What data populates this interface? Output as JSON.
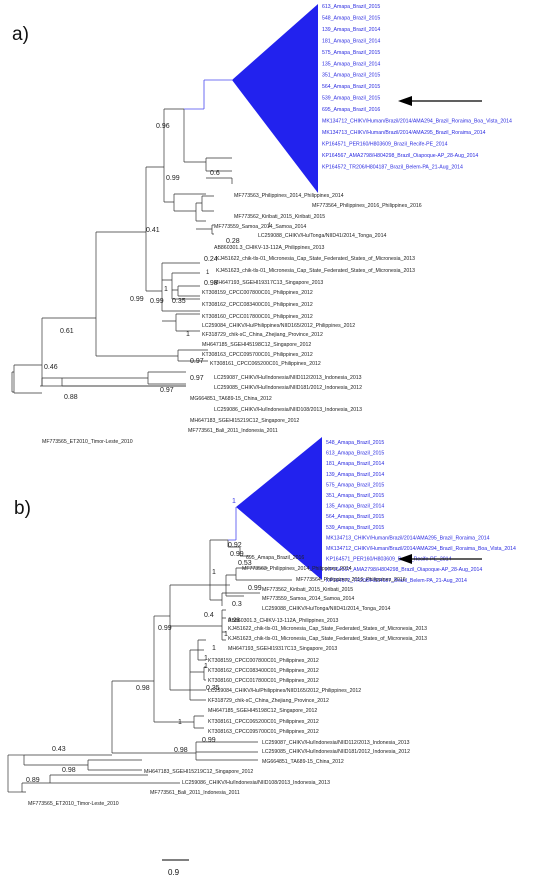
{
  "figure": {
    "panels": [
      {
        "label": "a)",
        "collapsed_clade_support": "",
        "clade_leaves": [
          "613_Amapa_Brazil_2015",
          "548_Amapa_Brazil_2015",
          "139_Amapa_Brazil_2014",
          "181_Amapa_Brazil_2014",
          "575_Amapa_Brazil_2015",
          "135_Amapa_Brazil_2014",
          "351_Amapa_Brazil_2015",
          "564_Amapa_Brazil_2015",
          "539_Amapa_Brazil_2015",
          "695_Amapa_Brazil_2016",
          "MK134712_CHIKV/Human/Brazil/2014/AMA294_Brazil_Roraima_Boa_Vista_2014",
          "MK134713_CHIKV/Human/Brazil/2014/AMA295_Brazil_Roraima_2014",
          "KP164571_PER160/H803609_Brazil_Recife-PE_2014",
          "KP164567_AMA2798/H804298_Brazil_Oiapoque-AP_28-Aug_2014",
          "KP164572_TR206/H804187_Brazil_Belem-PA_21-Aug_2014"
        ],
        "leaves": [
          "MF773563_Philippines_2014_Philippines_2014",
          "MF773564_Philippines_2016_Philippines_2016",
          "MF773562_Kiribati_2015_Kiribati_2015",
          "MF773559_Samoa_2014_Samoa_2014",
          "LC259088_CHIKV/Hu/Tonga/NIID41/2014_Tonga_2014",
          "AB860301.3_CHIKV-13-112A_Philippines_2013",
          "KJ451622_chik-tls-01_Micronesia_Cap_State_Federated_States_of_Micronesia_2013",
          "KJ451623_chik-tls-01_Micronesia_Cap_State_Federated_States_of_Micronesia_2013",
          "MH647193_SGEHI19317C13_Singapore_2013",
          "KT308159_CPCC007800C01_Philippines_2012",
          "KT308162_CPCC083400C01_Philippines_2012",
          "KT308160_CPCC017800C01_Philippines_2012",
          "LC259084_CHIKV/Hu/Philippines/NIID165/2012_Philippines_2012",
          "KF318729_chik-sC_China_Zhejiang_Province_2012",
          "MH647185_SGEHI45198C12_Singapore_2012",
          "KT308163_CPCC095700C01_Philippines_2012",
          "KT308161_CPCC065200C01_Philippines_2012",
          "LC259087_CHIKV/Hu/Indonesia/NIID112/2013_Indonesia_2013",
          "LC259085_CHIKV/Hu/Indonesia/NIID181/2012_Indonesia_2012",
          "MG664851_TA689-15_China_2012",
          "LC259086_CHIKV/Hu/Indonesia/NIID108/2013_Indonesia_2013",
          "MH647183_SGEHI15219C12_Singapore_2012",
          "MF773561_Bali_2011_Indonesia_2011",
          "MF773565_ET2010_Timor-Leste_2010"
        ],
        "supports": [
          "0.96",
          "0.99",
          "0.6",
          "1",
          "0.28",
          "0.41",
          "0.24",
          "1",
          "0.98",
          "0.99",
          "1",
          "0.35",
          "0.99",
          "1",
          "0.61",
          "0.46",
          "0.97",
          "0.97",
          "0.97",
          "0.88"
        ]
      },
      {
        "label": "b)",
        "collapsed_clade_support": "1",
        "clade_leaves": [
          "548_Amapa_Brazil_2015",
          "613_Amapa_Brazil_2015",
          "181_Amapa_Brazil_2014",
          "139_Amapa_Brazil_2014",
          "575_Amapa_Brazil_2015",
          "351_Amapa_Brazil_2015",
          "135_Amapa_Brazil_2014",
          "564_Amapa_Brazil_2015",
          "539_Amapa_Brazil_2015",
          "MK134713_CHIKV/Human/Brazil/2014/AMA295_Brazil_Roraima_2014",
          "MK134712_CHIKV/Human/Brazil/2014/AMA294_Brazil_Roraima_Boa_Vista_2014",
          "KP164571_PER160/H803609_Brazil_Recife-PE_2014",
          "KP164567_AMA2798/H804298_Brazil_Oiapoque-AP_28-Aug_2014",
          "KP164572_TR206/H804187_Brazil_Belem-PA_21-Aug_2014"
        ],
        "leaves": [
          "695_Amapa_Brazil_2016",
          "MF773563_Philippines_2014_Philippines_2014",
          "MF773564_Philippines_2016_Philippines_2016",
          "MF773562_Kiribati_2015_Kiribati_2015",
          "MF773559_Samoa_2014_Samoa_2014",
          "LC259088_CHIKV/Hu/Tonga/NIID41/2014_Tonga_2014",
          "AB860301.3_CHIKV-13-112A_Philippines_2013",
          "KJ451622_chik-tls-01_Micronesia_Cap_State_Federated_States_of_Micronesia_2013",
          "KJ451623_chik-tls-01_Micronesia_Cap_State_Federated_States_of_Micronesia_2013",
          "MH647193_SGEHI19317C13_Singapore_2013",
          "KT308159_CPCC007800C01_Philippines_2012",
          "KT308162_CPCC083400C01_Philippines_2012",
          "KT308160_CPCC017800C01_Philippines_2012",
          "LC259084_CHIKV/Hu/Philippines/NIID165/2012_Philippines_2012",
          "KF318729_chik-sC_China_Zhejiang_Province_2012",
          "MH647185_SGEHI45198C12_Singapore_2012",
          "KT308161_CPCC065200C01_Philippines_2012",
          "KT308163_CPCC095700C01_Philippines_2012",
          "LC259087_CHIKV/Hu/Indonesia/NIID112/2013_Indonesia_2013",
          "LC259085_CHIKV/Hu/Indonesia/NIID181/2012_Indonesia_2012",
          "MG664851_TA689-15_China_2012",
          "MH647183_SGEHI15219C12_Singapore_2012",
          "LC259086_CHIKV/Hu/Indonesia/NIID108/2013_Indonesia_2013",
          "MF773561_Bali_2011_Indonesia_2011",
          "MF773565_ET2010_Timor-Leste_2010"
        ],
        "supports": [
          "0.92",
          "0.99",
          "0.53",
          "1",
          "0.99",
          "0.3",
          "0.4",
          "0.28",
          "1",
          "1",
          "0.99",
          "1",
          "1",
          "0.35",
          "0.98",
          "1",
          "0.99",
          "0.98",
          "0.43",
          "0.98",
          "0.89"
        ]
      }
    ],
    "scale_bar_label": "0.9",
    "colors": {
      "clade": "#2222ee",
      "clade_text": "#2b2be0",
      "branch": "#333333",
      "arrow": "#000000"
    }
  }
}
